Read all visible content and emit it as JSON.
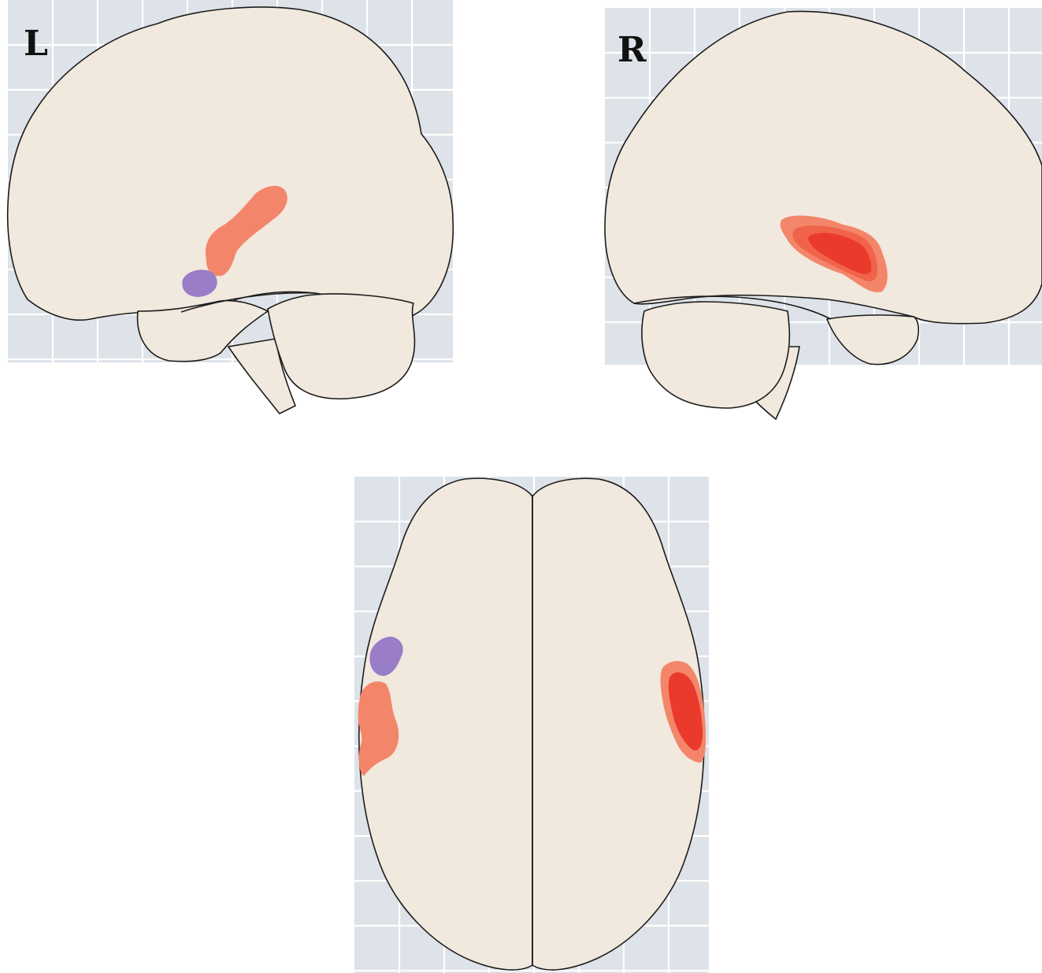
{
  "views": {
    "left_lateral": {
      "label": "L"
    },
    "right_lateral": {
      "label": "R"
    }
  },
  "colors": {
    "background": "#ffffff",
    "grid_background": "#dde3e8",
    "grid_lines": "#ffffff",
    "brain_fill": "#f1e8de",
    "outline": "#1c1c1c",
    "activation_light": "#f3866a",
    "activation_medium": "#f0634a",
    "activation_strong": "#e93a2c",
    "deactivation": "#9a7dc7"
  },
  "regions": [
    {
      "name": "left-temporal-activation",
      "color": "activation_light"
    },
    {
      "name": "left-temporal-pole-deactivation",
      "color": "deactivation"
    },
    {
      "name": "right-temporal-activation",
      "color": "activation_strong"
    }
  ]
}
